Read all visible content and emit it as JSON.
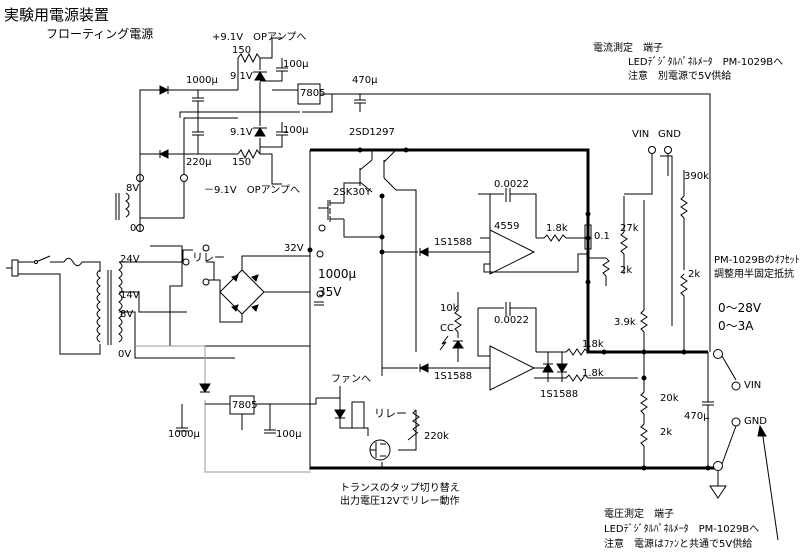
{
  "title": "実験用電源装置",
  "subtitle": "フローティング電源",
  "notes": {
    "pos_opamp": "+9.1V　OPアンプへ",
    "neg_opamp": "－9.1V　OPアンプへ",
    "current_meter_title": "電流測定　端子",
    "current_meter_led": "LEDﾃﾞｼﾞﾀﾙﾊﾟﾈﾙﾒｰﾀ　PM-1029Bへ",
    "current_meter_note": "注意　別電源で5V供給",
    "offset_note_1": "PM-1029Bのｵﾌｾｯﾄ",
    "offset_note_2": "調整用半固定抵抗",
    "range_v": "0～28V",
    "range_a": "0～3A",
    "fan": "ファンへ",
    "relay": "リレー",
    "tap_note_1": "トランスのタップ切り替え",
    "tap_note_2": "出力電圧12Vでリレー動作",
    "voltage_meter_title": "電圧測定　端子",
    "voltage_meter_led": "LEDﾃﾞｼﾞﾀﾙﾊﾟﾈﾙﾒｰﾀ　PM-1029Bへ",
    "voltage_meter_note": "注意　電源はﾌｧﾝと共通で5V供給"
  },
  "components": {
    "c_1000u_top": "1000μ",
    "r150_top": "150",
    "z91_top": "9.1V",
    "c100u_top": "100μ",
    "reg_7805_top": "7805",
    "c470u_top": "470μ",
    "z91_bot": "9.1V",
    "c100u_mid": "100μ",
    "c220u": "220μ",
    "r150_bot": "150",
    "tap_8v": "8V",
    "tap_0": "0",
    "tap_24v": "24V",
    "tap_14v": "14V",
    "tap_8v_b": "8V",
    "tap_0v": "0V",
    "relay_top": "リレー",
    "v32": "32V",
    "c_main": "1000μ",
    "c_main_v": "35V",
    "q_2sd1297": "2SD1297",
    "q_2sk30y": "2SK30Y",
    "c_0022_a": "0.0022",
    "ic_4559": "4559",
    "r_1_8k_a": "1.8k",
    "d_1s1588_a": "1S1588",
    "r_0_1": "0.1",
    "r_27k": "27k",
    "r_2k_a": "2k",
    "r_390k": "390k",
    "r_2k_b": "2k",
    "r_10k": "10k",
    "cc": "CC",
    "c_0022_b": "0.0022",
    "r_3_9k": "3.9k",
    "r_1_8k_b": "1.8k",
    "r_1_8k_c": "1.8k",
    "d_1s1588_b": "1S1588",
    "d_1s1588_c": "1S1588",
    "r_20k": "20k",
    "r_2k_c": "2k",
    "c_470u_out": "470μ",
    "reg_7805_bot": "7805",
    "c_1000u_bot": "1000μ",
    "c_100u_bot": "100μ",
    "r_220k": "220k"
  },
  "terminals": {
    "vin_top": "VIN",
    "gnd_top": "GND",
    "vin_out": "VIN",
    "gnd_out": "GND"
  }
}
